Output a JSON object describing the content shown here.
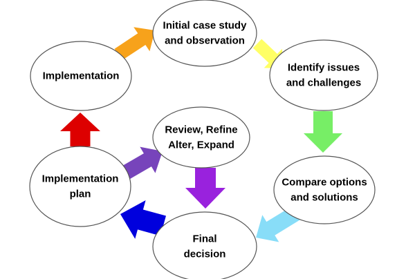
{
  "nodes": [
    {
      "id": "initial",
      "lines": [
        "Initial case study",
        "and observation"
      ]
    },
    {
      "id": "identify",
      "lines": [
        "Identify issues",
        "and challenges"
      ]
    },
    {
      "id": "compare",
      "lines": [
        "Compare options",
        "and solutions"
      ]
    },
    {
      "id": "final",
      "lines": [
        "Final",
        "decision"
      ]
    },
    {
      "id": "plan",
      "lines": [
        "Implementation",
        "plan"
      ]
    },
    {
      "id": "implementation",
      "lines": [
        "Implementation"
      ]
    },
    {
      "id": "review",
      "lines": [
        "Review, Refine",
        "Alter, Expand"
      ]
    }
  ],
  "arrows": [
    {
      "from": "implementation",
      "to": "initial",
      "color": "#f7a21b"
    },
    {
      "from": "initial",
      "to": "identify",
      "color": "#ffff66"
    },
    {
      "from": "identify",
      "to": "compare",
      "color": "#77ee66"
    },
    {
      "from": "compare",
      "to": "final",
      "color": "#88ddf8"
    },
    {
      "from": "final",
      "to": "plan",
      "color": "#0000dd"
    },
    {
      "from": "plan",
      "to": "implementation",
      "color": "#dd0000"
    },
    {
      "from": "plan",
      "to": "review",
      "color": "#7744bb"
    },
    {
      "from": "review",
      "to": "final",
      "color": "#9922dd"
    }
  ]
}
